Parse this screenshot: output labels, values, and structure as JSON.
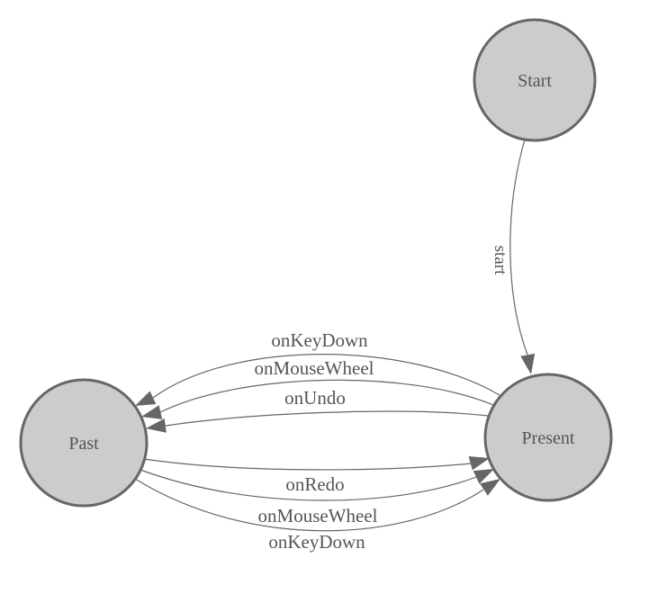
{
  "diagram": {
    "type": "state-machine",
    "nodes": [
      {
        "id": "start",
        "label": "Start"
      },
      {
        "id": "past",
        "label": "Past"
      },
      {
        "id": "present",
        "label": "Present"
      }
    ],
    "edges": [
      {
        "from": "Start",
        "to": "Present",
        "label": "start"
      },
      {
        "from": "Present",
        "to": "Past",
        "label": "onKeyDown"
      },
      {
        "from": "Present",
        "to": "Past",
        "label": "onMouseWheel"
      },
      {
        "from": "Present",
        "to": "Past",
        "label": "onUndo"
      },
      {
        "from": "Past",
        "to": "Present",
        "label": "onRedo"
      },
      {
        "from": "Past",
        "to": "Present",
        "label": "onMouseWheel"
      },
      {
        "from": "Past",
        "to": "Present",
        "label": "onKeyDown"
      }
    ],
    "colors": {
      "node_fill": "#cccccc",
      "node_stroke": "#666666",
      "edge_stroke": "#666666",
      "arrow_fill": "#666666",
      "text_color": "#555555",
      "background": "#ffffff"
    }
  }
}
